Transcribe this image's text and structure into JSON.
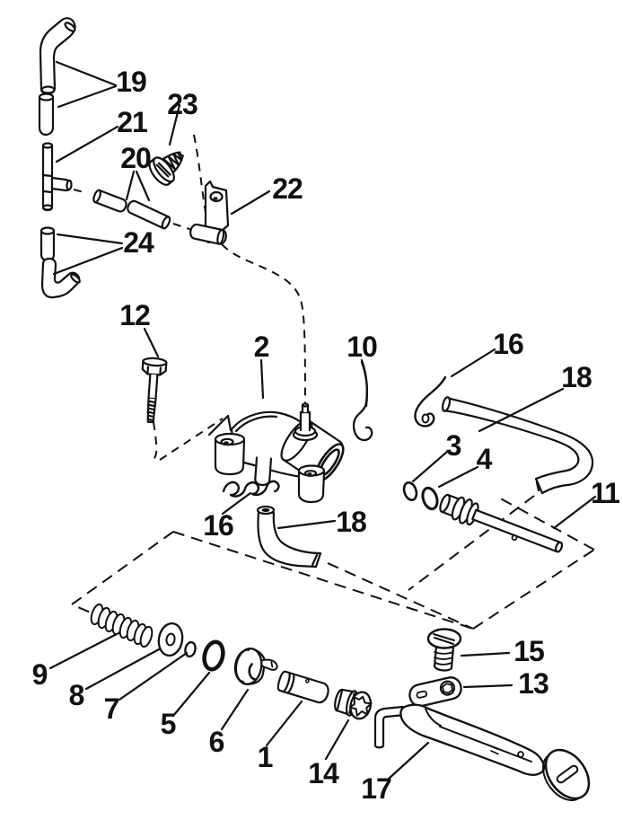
{
  "diagram": {
    "kind": "exploded-parts-diagram",
    "background": "#ffffff",
    "line_color": "#111111"
  },
  "callouts": [
    {
      "label": "19"
    },
    {
      "label": "23"
    },
    {
      "label": "21"
    },
    {
      "label": "20"
    },
    {
      "label": "22"
    },
    {
      "label": "24"
    },
    {
      "label": "12"
    },
    {
      "label": "2"
    },
    {
      "label": "10"
    },
    {
      "label": "16"
    },
    {
      "label": "18"
    },
    {
      "label": "3"
    },
    {
      "label": "4"
    },
    {
      "label": "11"
    },
    {
      "label": "16"
    },
    {
      "label": "18"
    },
    {
      "label": "9"
    },
    {
      "label": "8"
    },
    {
      "label": "7"
    },
    {
      "label": "5"
    },
    {
      "label": "6"
    },
    {
      "label": "1"
    },
    {
      "label": "14"
    },
    {
      "label": "17"
    },
    {
      "label": "15"
    },
    {
      "label": "13"
    }
  ]
}
